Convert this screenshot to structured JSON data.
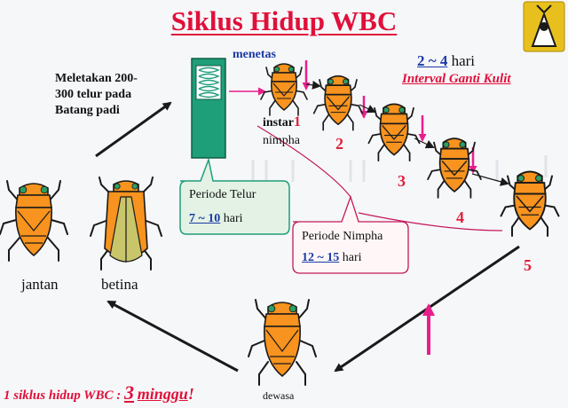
{
  "title": "Siklus Hidup WBC",
  "egg_laying": {
    "line1": "Meletakan 200-",
    "line2": "300 telur pada",
    "line3": "Batang padi"
  },
  "hatch": "menetas",
  "instar": {
    "label": "instar",
    "num": "1",
    "sub": "nimpha"
  },
  "stages": [
    "2",
    "3",
    "4",
    "5"
  ],
  "molt": {
    "days": "2 ~ 4",
    "days_unit": "hari",
    "label": "Interval Ganti Kulit"
  },
  "egg_period": {
    "label": "Periode Telur",
    "days": "7 ~ 10",
    "unit": "hari"
  },
  "nymph_period": {
    "label": "Periode Nimpha",
    "days": "12 ~ 15",
    "unit": "hari"
  },
  "adult_labels": {
    "male": "jantan",
    "female": "betina",
    "adult": "dewasa"
  },
  "cycle": {
    "prefix": "1 siklus hidup WBC :",
    "value": "3",
    "unit": "minggu",
    "suffix": "!"
  },
  "colors": {
    "insect": "#f7931e",
    "outline": "#1a1a1a",
    "title": "#e0103a",
    "pink_arrow": "#e91e8c",
    "egg_box": "#1f9e7a",
    "callout_border": "#c2185b"
  },
  "icons": [
    "insect-logo-icon"
  ]
}
